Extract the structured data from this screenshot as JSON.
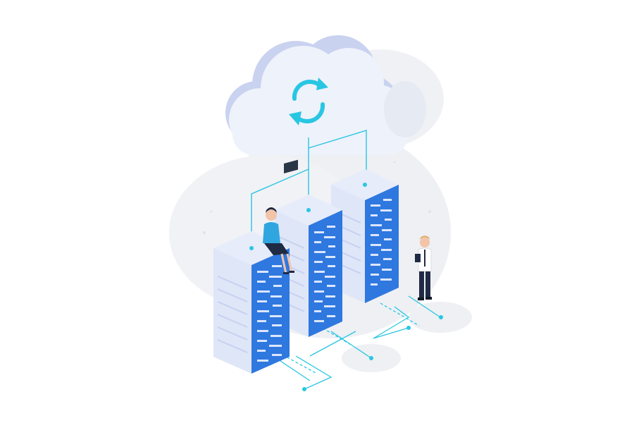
{
  "illustration": {
    "cloud_icon": "sync-arrows-icon",
    "server_count": 3,
    "people": [
      "woman-with-laptop",
      "man-with-tablet"
    ],
    "colors": {
      "background": "#ffffff",
      "accent": "#29c6e3",
      "server_blue": "#2f78df",
      "server_side": "#d9e3fb",
      "cloud": "#eef2fb",
      "cloud_shadow": "#c9d2ef",
      "backdrop": "#eef0f3"
    }
  }
}
